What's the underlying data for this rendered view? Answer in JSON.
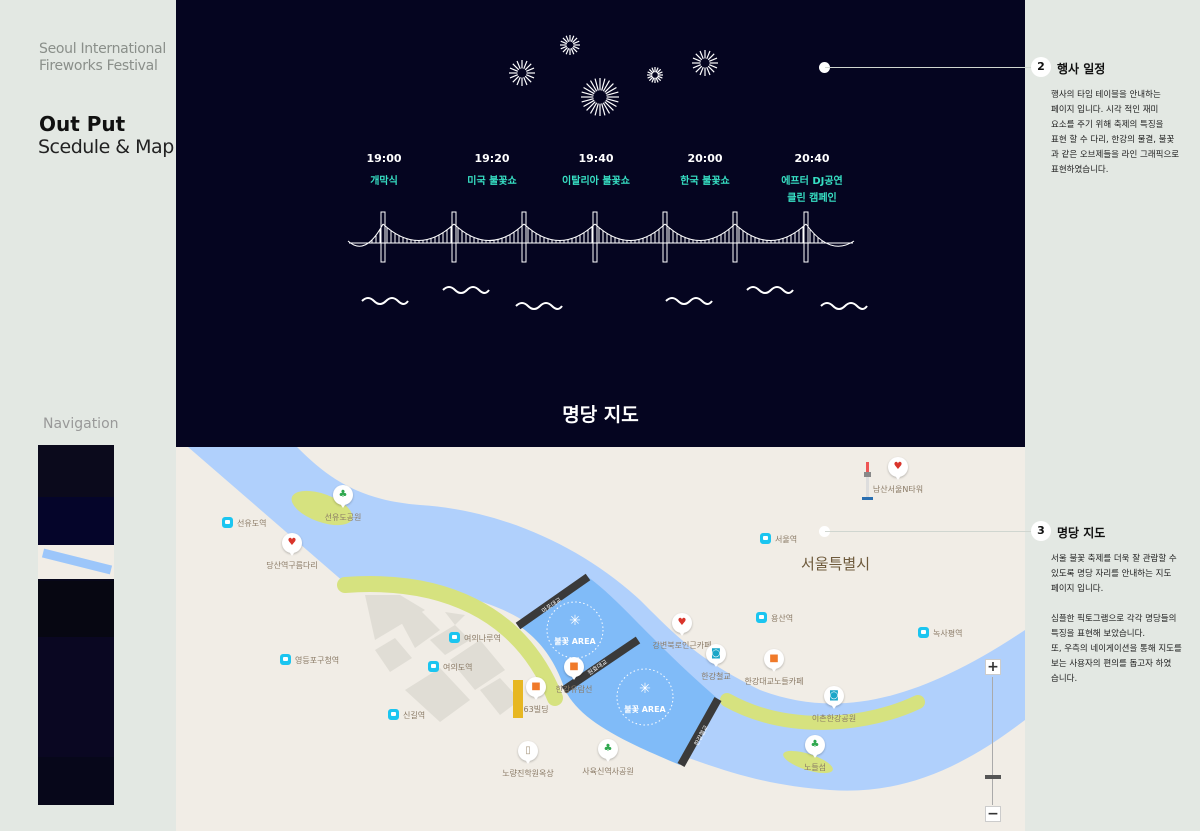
{
  "sidebar": {
    "brand": "Seoul International\nFireworks Festival",
    "title": "Out Put",
    "subtitle": "Scedule & Map",
    "nav_label": "Navigation"
  },
  "schedule": {
    "items": [
      {
        "time": "19:00",
        "event": "개막식"
      },
      {
        "time": "19:20",
        "event": "미국 불꽃쇼"
      },
      {
        "time": "19:40",
        "event": "이탈리아 불꽃쇼"
      },
      {
        "time": "20:00",
        "event": "한국 불꽃쇼"
      },
      {
        "time": "20:40",
        "event": "에프터 DJ공연\n클린 캠페인"
      }
    ],
    "accent": "#37e0c4",
    "background": "#050520"
  },
  "map_section": {
    "title": "명당 지도",
    "city": "서울특별시",
    "area_label": "불꽃 AREA",
    "bridges": [
      "마포대교",
      "원효대교",
      "한강철교"
    ],
    "places": [
      {
        "name": "선유도역",
        "icon": "subway-icon"
      },
      {
        "name": "선유도공원",
        "icon": "tree-icon"
      },
      {
        "name": "당산역구름다리",
        "icon": "heart-icon"
      },
      {
        "name": "영등포구청역",
        "icon": "subway-icon"
      },
      {
        "name": "여의나루역",
        "icon": "subway-icon"
      },
      {
        "name": "여의도역",
        "icon": "subway-icon"
      },
      {
        "name": "신길역",
        "icon": "subway-icon"
      },
      {
        "name": "63빌딩",
        "icon": "shop-icon"
      },
      {
        "name": "한강유람선",
        "icon": "shop-icon"
      },
      {
        "name": "노량진학원옥상",
        "icon": "building-icon"
      },
      {
        "name": "사육신역사공원",
        "icon": "tree-icon"
      },
      {
        "name": "강변북로인근카페",
        "icon": "heart-icon"
      },
      {
        "name": "한강철교",
        "icon": "camera-icon"
      },
      {
        "name": "한강대교노들카페",
        "icon": "shop-icon"
      },
      {
        "name": "이촌한강공원",
        "icon": "camera-icon"
      },
      {
        "name": "노들섬",
        "icon": "tree-icon"
      },
      {
        "name": "용산역",
        "icon": "subway-icon"
      },
      {
        "name": "서울역",
        "icon": "subway-icon"
      },
      {
        "name": "녹사평역",
        "icon": "subway-icon"
      },
      {
        "name": "남산서울N타워",
        "icon": "heart-icon"
      }
    ],
    "zoom_in": "+",
    "zoom_out": "−",
    "river_color": "#b0d0fc",
    "area_color": "#80bbf8",
    "park_color": "#d6e27f"
  },
  "notes": [
    {
      "num": "2",
      "title": "행사 일정",
      "text": "행사의 타임 테이블을 안내하는\n페이지 입니다. 시각 적인 재미\n요소를 주기 위해  축제의 특징을\n표현 할 수 다리, 한강의 물결, 불꽃\n과 같은 오브제들을 라인 그래픽으로\n표현하였습니다."
    },
    {
      "num": "3",
      "title": "명당 지도",
      "text": "서울 불꽃 축제를 더욱 잘 관람할 수\n있도록 명당 자리를 안내하는 지도\n페이지 입니다.\n\n심플한 픽토그램으로 각각 명당들의\n특징을 표현해 보았습니다.\n또, 우측의 네이게이션을 통해  지도를\n보는 사용자의 편의를 돕고자 하였\n습니다."
    }
  ]
}
